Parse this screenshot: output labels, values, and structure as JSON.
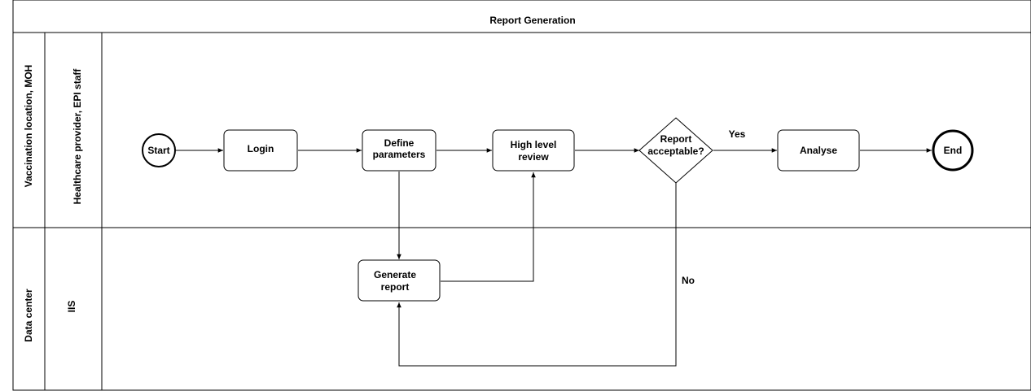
{
  "title": "Report Generation",
  "pools": {
    "top": "Vaccination location, MOH",
    "bottom": "Data center"
  },
  "lanes": {
    "top": "Healthcare provider, EPI staff",
    "bottom": "IIS"
  },
  "nodes": {
    "start": "Start",
    "login": "Login",
    "define_1": "Define",
    "define_2": "parameters",
    "review_1": "High level",
    "review_2": "review",
    "decision_1": "Report",
    "decision_2": "acceptable?",
    "analyse": "Analyse",
    "end": "End",
    "generate_1": "Generate",
    "generate_2": "report"
  },
  "edge_labels": {
    "yes": "Yes",
    "no": "No"
  }
}
